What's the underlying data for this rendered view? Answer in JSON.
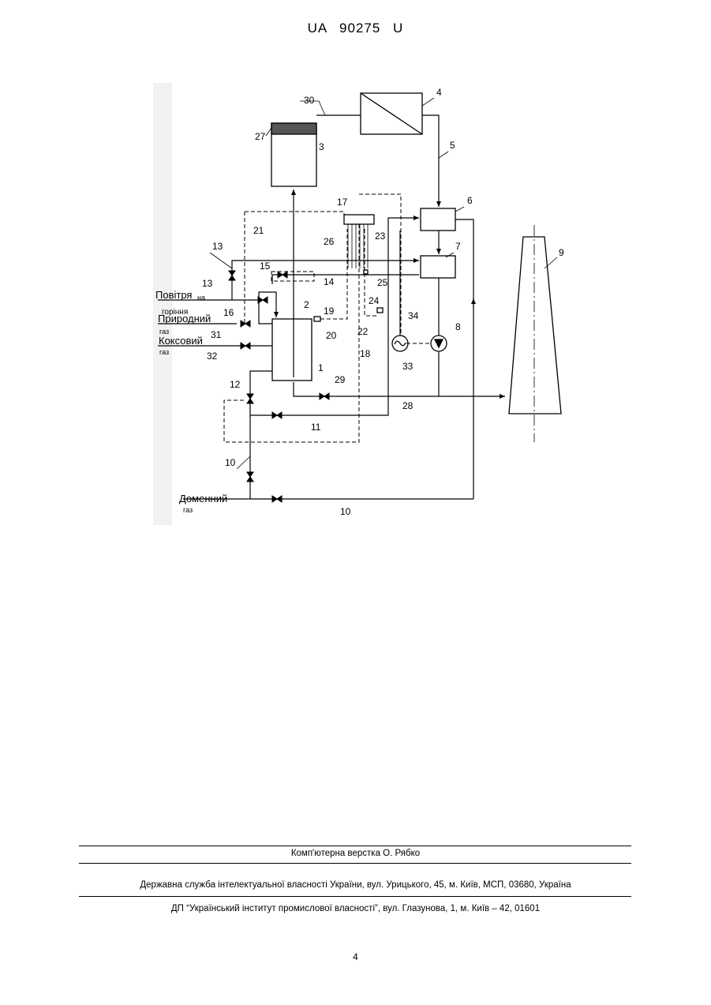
{
  "header": {
    "doc_number": "UA  90275  U"
  },
  "diagram": {
    "callouts": [
      "1",
      "2",
      "3",
      "4",
      "5",
      "6",
      "7",
      "8",
      "9",
      "10",
      "10",
      "11",
      "12",
      "13",
      "13",
      "14",
      "15",
      "16",
      "17",
      "18",
      "19",
      "20",
      "21",
      "22",
      "23",
      "24",
      "25",
      "26",
      "27",
      "28",
      "29",
      "30",
      "31",
      "32",
      "33",
      "34"
    ],
    "inputs": {
      "air_line1": "Повітря",
      "air_sub1": "на",
      "air_line2": "горіння",
      "natural_gas": "Природний",
      "natural_gas_sub": "газ",
      "coke_gas": "Коксовий",
      "coke_gas_sub": "газ",
      "blast_gas": "Доменний",
      "blast_gas_sub": "газ"
    }
  },
  "footer": {
    "typesetting": "Комп'ютерна верстка О. Рябко",
    "agency": "Державна служба інтелектуальної власності України, вул. Урицького, 45, м. Київ, МСП, 03680, Україна",
    "institute": "ДП “Український інститут промислової власності”, вул. Глазунова, 1, м. Київ – 42, 01601",
    "page_number": "4"
  }
}
